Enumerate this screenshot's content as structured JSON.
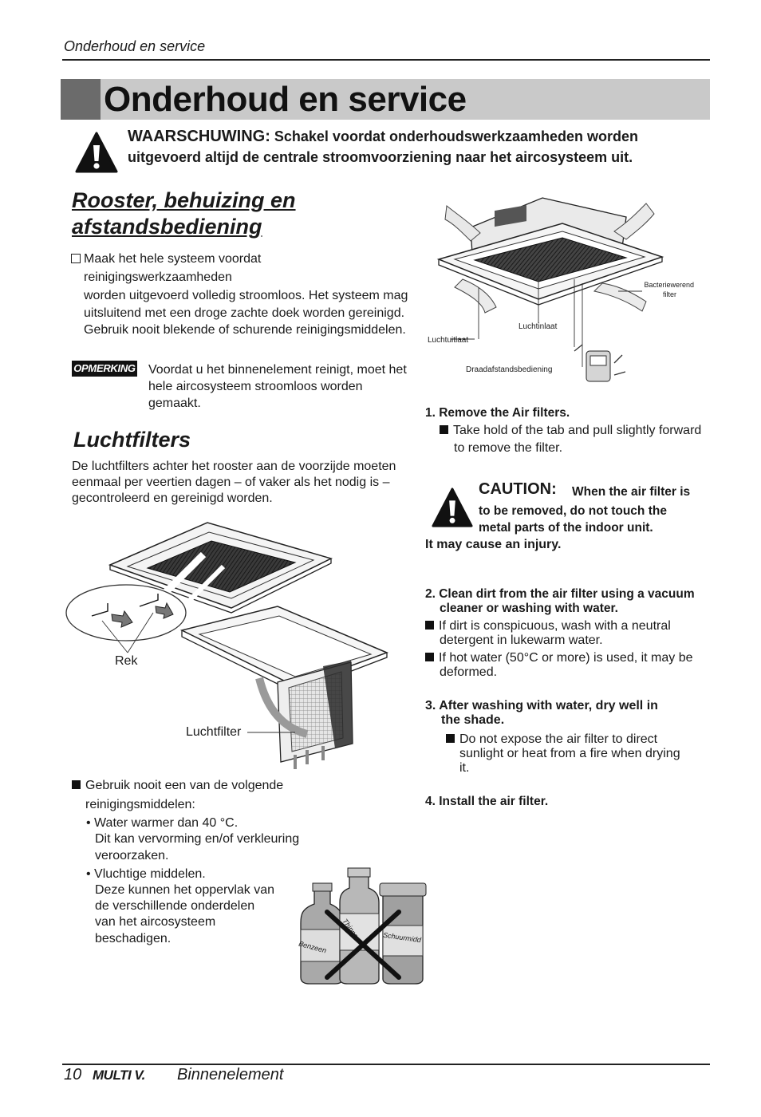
{
  "header": {
    "running_title": "Onderhoud en service"
  },
  "title": "Onderhoud en service",
  "warning": {
    "label": "WAARSCHUWING:",
    "text": "Schakel voordat onderhoudswerkzaamheden worden uitgevoerd altijd de centrale stroomvoorziening naar het aircosysteem uit."
  },
  "section1": {
    "heading_line1": "Rooster, behuizing en",
    "heading_line2": "afstandsbediening",
    "checkbox_line1": "Maak het hele systeem voordat",
    "checkbox_line2": "reinigingswerkzaamheden",
    "text_line3": "worden uitgevoerd volledig stroomloos. Het systeem mag",
    "text_line4": "uitsluitend met een droge zachte doek worden gereinigd.",
    "text_line5": "Gebruik nooit blekende of schurende reinigingsmiddelen."
  },
  "note": {
    "badge": "OPMERKING",
    "line1": "Voordat u het binnenelement reinigt, moet het",
    "line2": "hele aircosysteem stroomloos worden",
    "line3": "gemaakt."
  },
  "section2": {
    "heading": "Luchtfilters",
    "line1": "De luchtfilters achter het rooster aan de voorzijde moeten",
    "line2": "eenmaal per veertien dagen – of vaker als het nodig is –",
    "line3": "gecontroleerd en gereinigd worden."
  },
  "figure_left": {
    "label_rek": "Rek",
    "label_filter": "Luchtfilter"
  },
  "cleaning": {
    "bullet_line1": "Gebruik nooit een van de volgende",
    "bullet_line2": "reinigingsmiddelen:",
    "sub1_line1": "• Water warmer dan 40 °C.",
    "sub1_line2": "Dit kan vervorming en/of verkleuring",
    "sub1_line3": "veroorzaken.",
    "sub2_line1": "• Vluchtige middelen.",
    "sub2_line2": "Deze kunnen het oppervlak van",
    "sub2_line3": "de verschillende onderdelen",
    "sub2_line4": "van het aircosysteem",
    "sub2_line5": "beschadigen.",
    "bottle1": "Benzeen",
    "bottle2": "Thinner",
    "bottle3": "Schuurmidd"
  },
  "figure_right": {
    "bacterial_line1": "Bacteriewerend",
    "bacterial_line2": "filter",
    "inlet": "Luchtinlaat",
    "outlet": "Luchtuitlaat",
    "remote": "Draadafstandsbediening"
  },
  "steps": {
    "step1_title": "1. Remove the Air filters.",
    "step1_text_line1": "Take hold of the tab and pull slightly forward",
    "step1_text_line2": "to remove the filter.",
    "caution_label": "CAUTION:",
    "caution_line1": "When the air filter is",
    "caution_line2": "to be removed, do not touch the",
    "caution_line3": "metal parts of the indoor unit.",
    "caution_line4": "It may cause an injury.",
    "step2_line1": "2. Clean dirt from the air filter using a vacuum",
    "step2_line2": "cleaner or washing with water.",
    "step2_b1_line1": "If dirt is conspicuous, wash with a neutral",
    "step2_b1_line2": "detergent in lukewarm water.",
    "step2_b2_line1": "If hot water (50°C or more) is used, it may be",
    "step2_b2_line2": "deformed.",
    "step3_line1": "3. After washing with water, dry well in",
    "step3_line2": "the shade.",
    "step3_b_line1": "Do not expose the air filter to direct",
    "step3_b_line2": "sunlight or heat from a fire when drying",
    "step3_b_line3": "it.",
    "step4": "4. Install the air filter."
  },
  "footer": {
    "page_number": "10",
    "logo": "MULTI V.",
    "text": "Binnenelement"
  }
}
